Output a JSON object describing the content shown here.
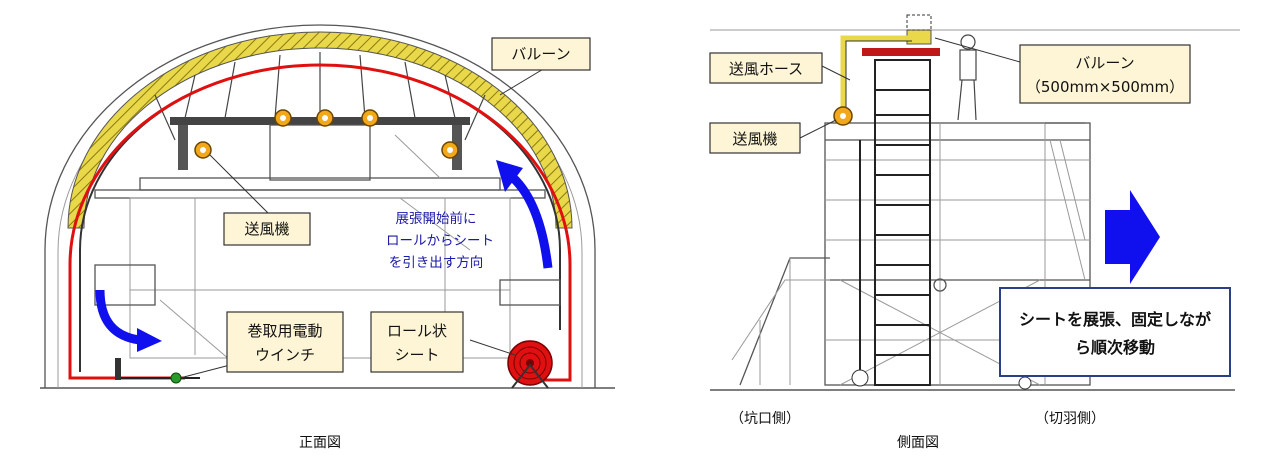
{
  "front_view": {
    "caption": "正面図",
    "labels": {
      "balloon": "バルーン",
      "blower": "送風機",
      "winch_line1": "巻取用電動",
      "winch_line2": "ウインチ",
      "roll_line1": "ロール状",
      "roll_line2": "シート",
      "direction_line1": "展張開始前に",
      "direction_line2": "ロールからシート",
      "direction_line3": "を引き出す方向"
    }
  },
  "side_view": {
    "caption": "側面図",
    "labels": {
      "hose": "送風ホース",
      "blower": "送風機",
      "balloon": "バルーン",
      "balloon_size": "（500mm×500mm）",
      "portal_side": "（坑口側）",
      "face_side": "（切羽側）",
      "move_line1": "シートを展張、固定しなが",
      "move_line2": "ら順次移動"
    }
  },
  "colors": {
    "balloon": "#e8d84a",
    "sheet_red": "#e01010",
    "arrow_blue": "#1010ee",
    "label_bg": "#fdf5d6",
    "blower_orange": "#f2a81a"
  }
}
